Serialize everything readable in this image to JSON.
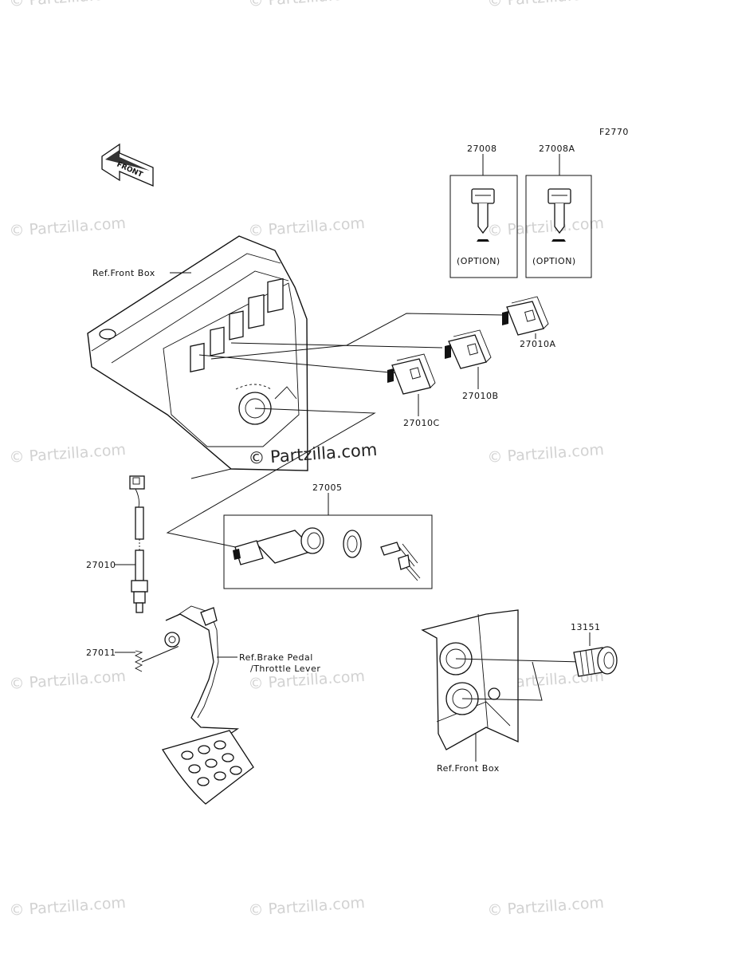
{
  "diagram_code": "F2770",
  "front_marker": "FRONT",
  "watermarks": {
    "site": "© Partzilla.com"
  },
  "labels": {
    "ref_front_box_top": "Ref.Front Box",
    "ref_front_box_bottom": "Ref.Front Box",
    "ref_brake_pedal_line1": "Ref.Brake Pedal",
    "ref_brake_pedal_line2": "/Throttle Lever"
  },
  "parts": [
    {
      "number": "27008",
      "note": "(OPTION)"
    },
    {
      "number": "27008A",
      "note": "(OPTION)"
    },
    {
      "number": "27010A"
    },
    {
      "number": "27010B"
    },
    {
      "number": "27010C"
    },
    {
      "number": "27005"
    },
    {
      "number": "27010"
    },
    {
      "number": "27011"
    },
    {
      "number": "13151"
    }
  ]
}
